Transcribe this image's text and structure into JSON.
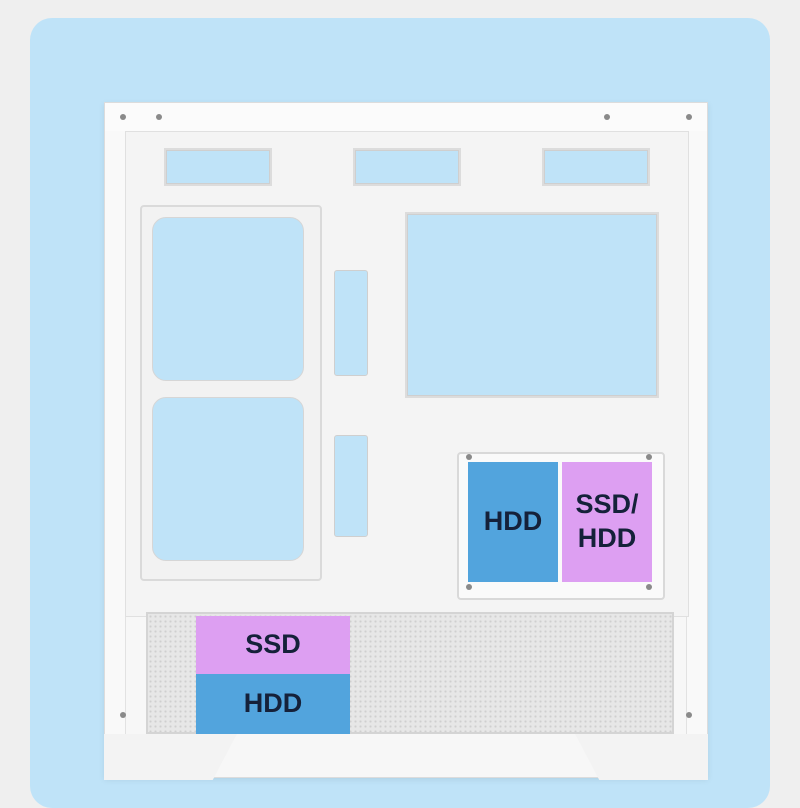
{
  "image": {
    "subject": "computer-case-side-view",
    "colors": {
      "background": "#bfe3f8",
      "case": "#f6f6f6",
      "hdd_label": "#52a4dd",
      "ssd_label": "#dd9ff2",
      "label_text": "#15213a"
    }
  },
  "drive_bays": {
    "cage_left": {
      "text": "HDD"
    },
    "cage_right": {
      "line1": "SSD/",
      "line2": "HDD"
    },
    "shroud_top": {
      "text": "SSD"
    },
    "shroud_bottom": {
      "text": "HDD"
    }
  }
}
